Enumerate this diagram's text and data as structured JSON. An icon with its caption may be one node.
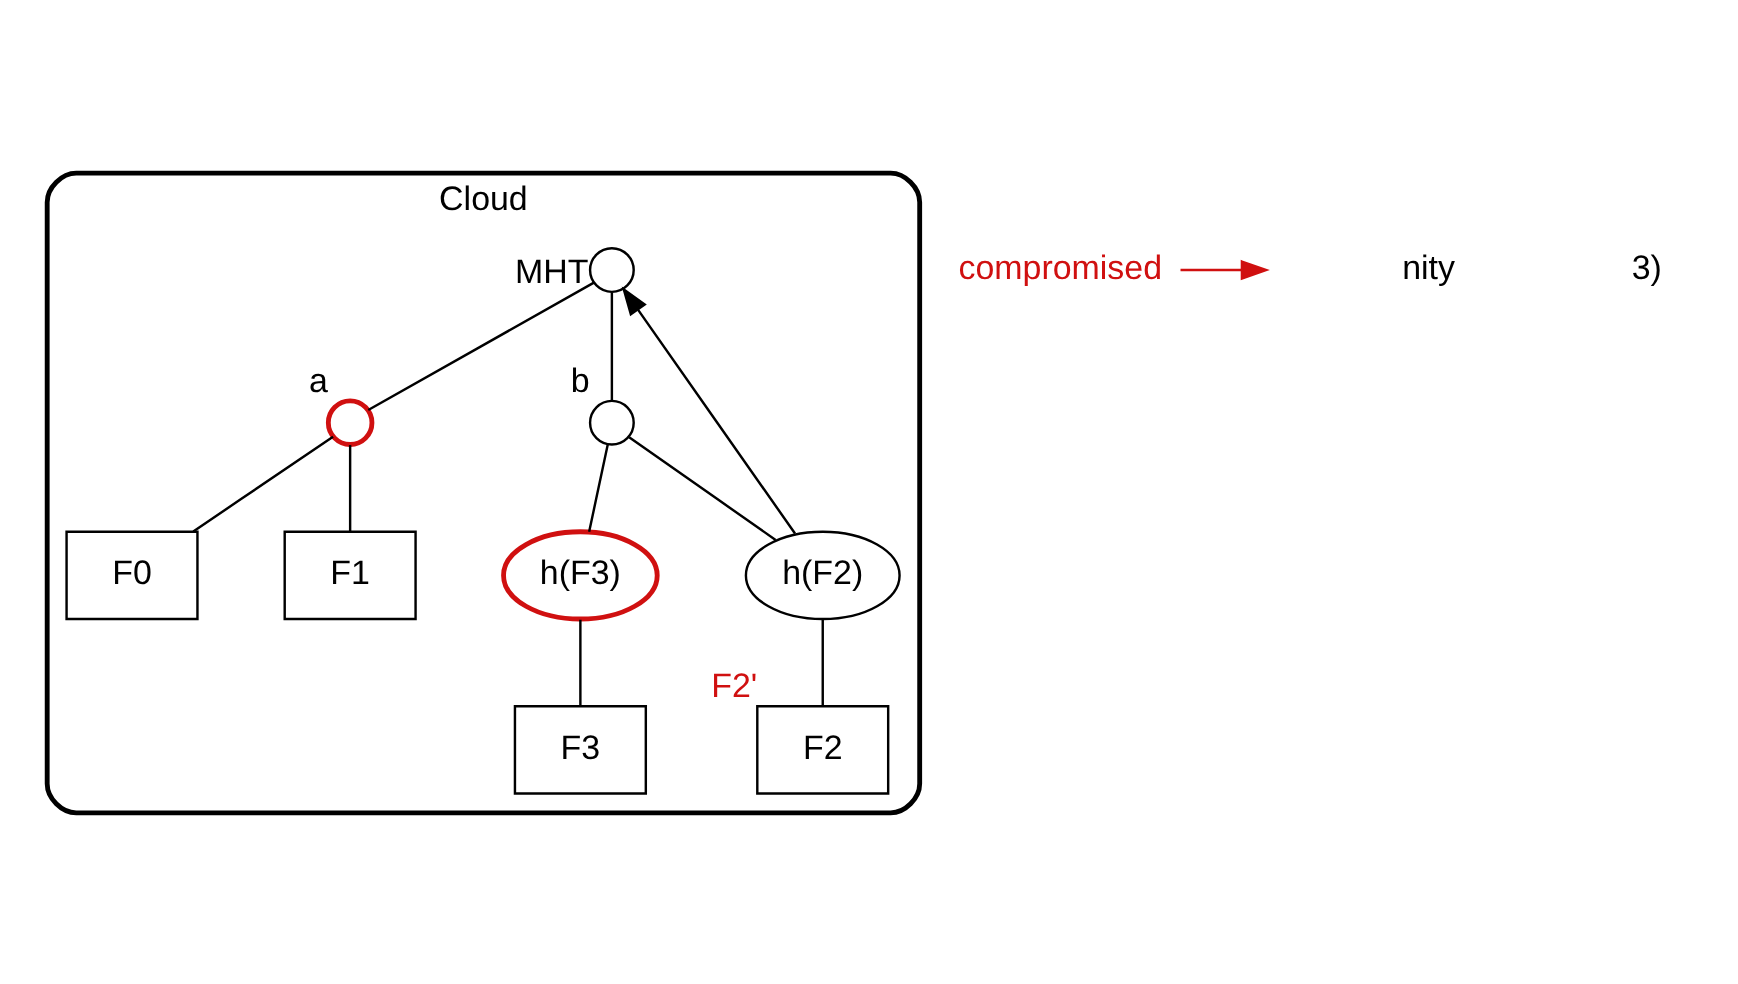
{
  "diagram": {
    "nodes": [
      {
        "text": [
          "Cloud"
        ]
      },
      {
        "text": [],
        "shape": "circle",
        "beside": [
          "MHT"
        ],
        "in": 0
      },
      {
        "text": [],
        "shape": "circle",
        "beside": [
          "a"
        ],
        "in": 0
      },
      {
        "text": [],
        "shape": "circle",
        "beside": [
          "b"
        ],
        "in": 0
      },
      {
        "text": [
          "h(F2)"
        ],
        "in": 0
      },
      {
        "text": [
          "h(F3)"
        ],
        "in": 0
      },
      {
        "text": [
          "F0"
        ],
        "in": 0
      },
      {
        "text": [
          "F1"
        ],
        "in": 0
      },
      {
        "text": [
          "F2"
        ],
        "beside": [
          "F2'"
        ],
        "in": 0
      },
      {
        "text": [
          "F3"
        ],
        "in": 0
      },
      {
        "text": [
          "compromised"
        ]
      }
    ],
    "edges": [
      {
        "from": 1,
        "to": 2,
        "arrow": "none"
      },
      {
        "from": 1,
        "to": 3,
        "arrow": "none"
      },
      {
        "from": 2,
        "to": 6,
        "arrow": "none"
      },
      {
        "from": 2,
        "to": 7,
        "arrow": "none"
      },
      {
        "from": 3,
        "to": 4,
        "arrow": "none"
      },
      {
        "from": 3,
        "to": 5,
        "arrow": "none"
      },
      {
        "from": 4,
        "to": 8,
        "arrow": "none"
      },
      {
        "from": 5,
        "to": 9,
        "arrow": "none"
      },
      {
        "from": 4,
        "to": 1,
        "arrow": "to"
      },
      {
        "from": 10,
        "to": null,
        "arrow": "to",
        "color": "#d01010"
      }
    ],
    "labels": [
      "nity",
      "3)"
    ]
  }
}
